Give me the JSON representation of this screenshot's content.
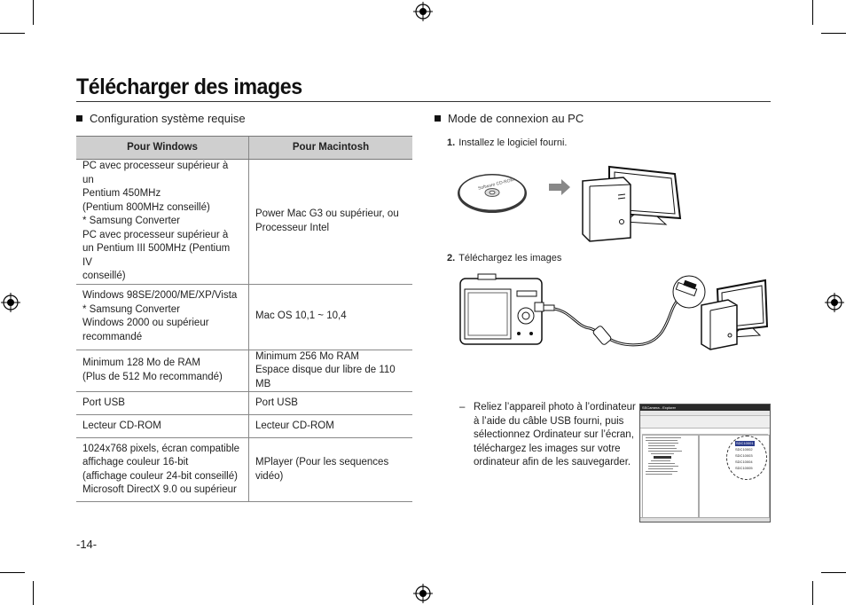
{
  "page": {
    "title": "Télécharger des images",
    "page_number": "-14-"
  },
  "requirements": {
    "heading": "Configuration système requise",
    "columns": [
      "Pour Windows",
      "Pour Macintosh"
    ],
    "rows": [
      {
        "windows": "PC avec processeur supérieur à un\nPentium 450MHz\n(Pentium 800MHz conseillé)\n* Samsung Converter\n   PC avec processeur supérieur à\n   un Pentium III 500MHz (Pentium IV\n   conseillé)",
        "mac": "Power Mac G3 ou supérieur, ou\nProcesseur Intel"
      },
      {
        "windows": "Windows 98SE/2000/ME/XP/Vista\n*  Samsung Converter\n    Windows 2000 ou supérieur\n    recommandé",
        "mac": "Mac OS 10,1 ~ 10,4"
      },
      {
        "windows": "Minimum 128 Mo de RAM\n(Plus de 512 Mo recommandé)",
        "mac": "Minimum 256 Mo RAM\nEspace disque dur libre de 110 MB"
      },
      {
        "windows": "Port USB",
        "mac": "Port USB"
      },
      {
        "windows": "Lecteur CD-ROM",
        "mac": "Lecteur CD-ROM"
      },
      {
        "windows": "1024x768 pixels, écran compatible\naffichage couleur 16-bit\n(affichage couleur 24-bit conseillé)\nMicrosoft DirectX 9.0 ou supérieur",
        "mac": "MPlayer (Pour les sequences\nvidéo)"
      }
    ]
  },
  "connection": {
    "heading": "Mode de connexion au PC",
    "step1": {
      "number": "1.",
      "text": "Installez le logiciel fourni."
    },
    "step2": {
      "number": "2.",
      "text": "Téléchargez les images"
    },
    "cd_label": "Software CD-ROM",
    "dash": "–",
    "instruction": "Reliez l’appareil photo à l’ordinateur à l’aide du câble USB fourni, puis sélectionnez Ordinateur sur l’écran, téléchargez les images sur votre ordinateur afin de les sauvegarder."
  },
  "explorer": {
    "title": "SSCamera - Explorer",
    "folders": [
      "SDC10001",
      "SDC10002",
      "SDC10003",
      "SDC10004",
      "SDC10005"
    ]
  }
}
